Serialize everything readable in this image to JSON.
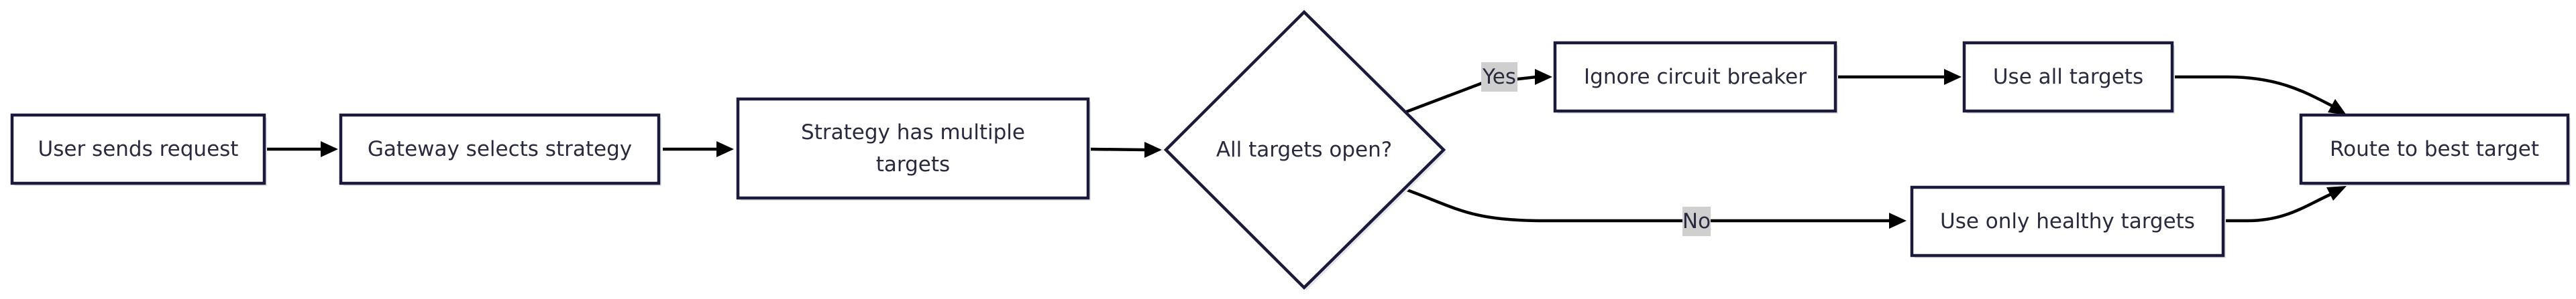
{
  "nodes": {
    "user_request": {
      "label": "User sends request"
    },
    "gateway": {
      "label": "Gateway selects strategy"
    },
    "strategy_multi": {
      "label_line1": "Strategy has multiple",
      "label_line2": "targets"
    },
    "all_open": {
      "label": "All targets open?"
    },
    "ignore_cb": {
      "label": "Ignore circuit breaker"
    },
    "use_all": {
      "label": "Use all targets"
    },
    "use_healthy": {
      "label": "Use only healthy targets"
    },
    "route_best": {
      "label": "Route to best target"
    }
  },
  "edges": {
    "yes": {
      "label": "Yes"
    },
    "no": {
      "label": "No"
    }
  },
  "colors": {
    "node_border": "#1a1a3a",
    "edge": "#000000",
    "edge_label_bg": "#cfcfcf",
    "text": "#2a2a3e"
  }
}
